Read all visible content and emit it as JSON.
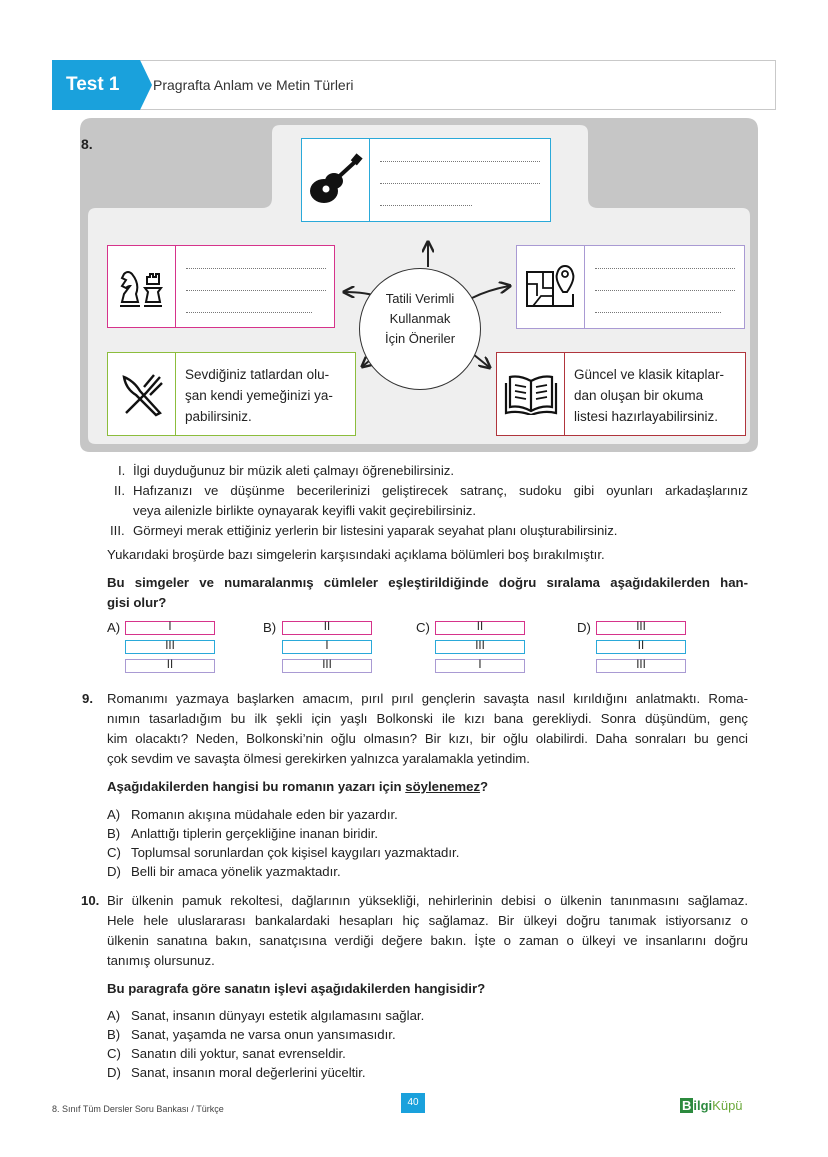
{
  "header": {
    "test_label": "Test 1",
    "subtitle": "Pragrafta Anlam ve Metin Türleri"
  },
  "q8": {
    "number": "8.",
    "center": {
      "line1": "Tatili Verimli",
      "line2": "Kullanmak",
      "line3": "İçin Öneriler"
    },
    "boxes": {
      "food": {
        "line1": "Sevdiğiniz tatlardan olu-",
        "line2": "şan kendi yemeğinizi ya-",
        "line3": "pabilirsiniz."
      },
      "books": {
        "line1": "Güncel ve klasik kitaplar-",
        "line2": "dan oluşan bir okuma",
        "line3": "listesi hazırlayabilirsiniz."
      }
    },
    "statements": [
      {
        "num": "I.",
        "text": "İlgi duyduğunuz bir müzik aleti çalmayı öğrenebilirsiniz."
      },
      {
        "num": "II.",
        "text": "Hafızanızı ve düşünme becerilerinizi geliştirecek satranç, sudoku gibi oyunları arkadaşlarınız",
        "text2": "veya ailenizle birlikte oynayarak keyifli vakit geçirebilirsiniz."
      },
      {
        "num": "III.",
        "text": "Görmeyi merak ettiğiniz yerlerin bir listesini yaparak seyahat planı oluşturabilirsiniz."
      }
    ],
    "intro": "Yukarıdaki broşürde bazı simgelerin karşısındaki açıklama bölümleri boş bırakılmıştır.",
    "question_line1": "Bu simgeler ve numaralanmış cümleler eşleştirildiğinde doğru sıralama aşağıdakilerden han-",
    "question_line2": "gisi olur?",
    "options": [
      {
        "label": "A)",
        "values": [
          "I",
          "III",
          "II"
        ]
      },
      {
        "label": "B)",
        "values": [
          "II",
          "I",
          "III"
        ]
      },
      {
        "label": "C)",
        "values": [
          "II",
          "III",
          "I"
        ]
      },
      {
        "label": "D)",
        "values": [
          "III",
          "II",
          "III"
        ]
      }
    ],
    "colors": {
      "magenta": "#d6338b",
      "cyan": "#2aa9d9",
      "lavender": "#a99ad3",
      "green": "#8cbd3c",
      "red": "#b0353c"
    }
  },
  "q9": {
    "number": "9.",
    "lines": [
      "Romanımı yazmaya başlarken amacım, pırıl pırıl gençlerin savaşta nasıl kırıldığını anlatmaktı. Roma-",
      "nımın tasarladığım bu ilk şekli için yaşlı Bolkonski ile kızı bana gerekliydi. Sonra düşündüm, genç",
      "kim olacaktı? Neden, Bolkonski’nin oğlu olmasın? Bir kızı, bir oğlu olabilirdi. Daha sonraları bu genci",
      "çok sevdim ve savaşta ölmesi gerekirken yalnızca yaralamakla yetindim."
    ],
    "question_pre": "Aşağıdakilerden hangisi bu romanın yazarı için ",
    "question_underlined": "söylenemez",
    "question_post": "?",
    "options": [
      {
        "label": "A)",
        "text": "Romanın akışına müdahale eden bir yazardır."
      },
      {
        "label": "B)",
        "text": "Anlattığı tiplerin gerçekliğine inanan biridir."
      },
      {
        "label": "C)",
        "text": "Toplumsal sorunlardan çok kişisel kaygıları yazmaktadır."
      },
      {
        "label": "D)",
        "text": "Belli bir amaca yönelik yazmaktadır."
      }
    ]
  },
  "q10": {
    "number": "10.",
    "lines": [
      "Bir ülkenin pamuk rekoltesi, dağlarının yüksekliği, nehirlerinin debisi o ülkenin tanınmasını sağlamaz.",
      "Hele hele uluslararası bankalardaki hesapları hiç sağlamaz. Bir ülkeyi doğru tanımak istiyorsanız o",
      "ülkenin sanatına bakın, sanatçısına verdiği değere bakın. İşte o zaman o ülkeyi ve insanlarını doğru",
      "tanımış olursunuz."
    ],
    "question": "Bu paragrafa göre sanatın işlevi aşağıdakilerden hangisidir?",
    "options": [
      {
        "label": "A)",
        "text": "Sanat, insanın dünyayı estetik algılamasını sağlar."
      },
      {
        "label": "B)",
        "text": "Sanat, yaşamda ne varsa onun yansımasıdır."
      },
      {
        "label": "C)",
        "text": "Sanatın dili yoktur, sanat evrenseldir."
      },
      {
        "label": "D)",
        "text": "Sanat, insanın moral değerlerini yüceltir."
      }
    ]
  },
  "footer": {
    "left": "8. Sınıf Tüm Dersler Soru Bankası / Türkçe",
    "page": "40",
    "brand_b": "B",
    "brand_bilgi": "ilgi",
    "brand_kupu": "Küpü"
  }
}
